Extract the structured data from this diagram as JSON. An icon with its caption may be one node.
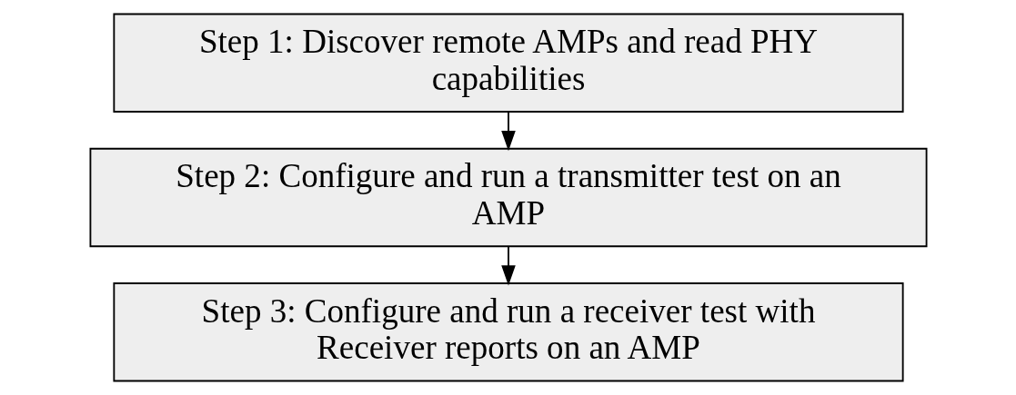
{
  "diagram": {
    "nodes": [
      {
        "text": [
          "Step 1: Discover remote AMPs and read PHY capabilities"
        ]
      },
      {
        "text": [
          "Step 2: Configure and run a transmitter test on an AMP"
        ]
      },
      {
        "text": [
          "Step 3: Configure and run a receiver test with Receiver reports on an AMP"
        ]
      }
    ],
    "edges": [
      {
        "from": 0,
        "to": 1,
        "arrow": "to"
      },
      {
        "from": 1,
        "to": 2,
        "arrow": "to"
      }
    ]
  }
}
